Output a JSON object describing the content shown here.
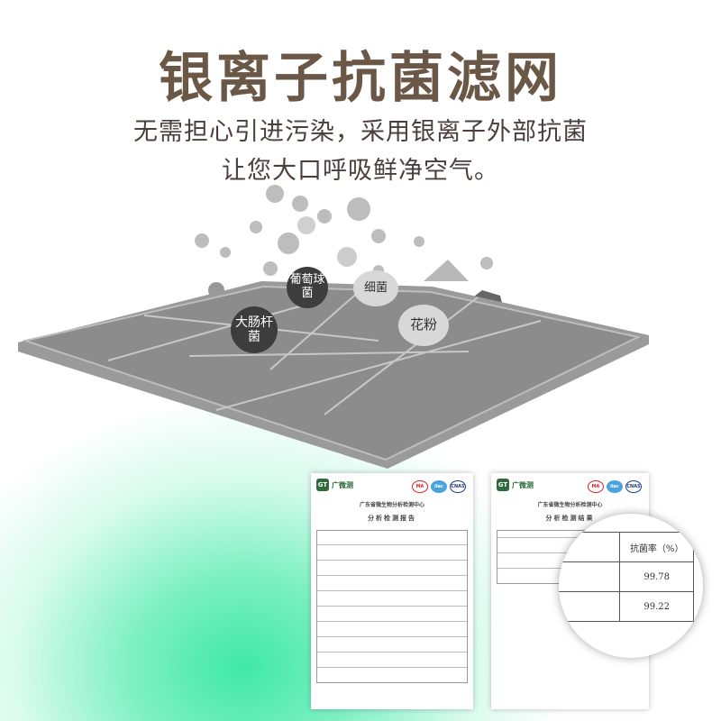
{
  "headline": "银离子抗菌滤网",
  "subtitle_line1": "无需担心引进污染，采用银离子外部抗菌",
  "subtitle_line2": "让您大口呼吸鲜净空气。",
  "pollutants": [
    {
      "label": "葡萄球菌"
    },
    {
      "label": "细菌"
    },
    {
      "label": "大肠杆菌"
    },
    {
      "label": "花粉"
    }
  ],
  "certificate_report": {
    "logo_text": "广微测",
    "issuer": "广东省微生物分析检测中心",
    "title": "分析检测报告"
  },
  "certificate_results": {
    "logo_text": "广微测",
    "issuer": "广东省微生物分析检测中心",
    "title": "分析检测结果",
    "column_header": "抗菌率（%）",
    "values": [
      "99.78",
      "99.22"
    ]
  },
  "colors": {
    "headline": "#6b5746",
    "glow": "#3fe8a8",
    "filter": "#8a8a8a"
  }
}
